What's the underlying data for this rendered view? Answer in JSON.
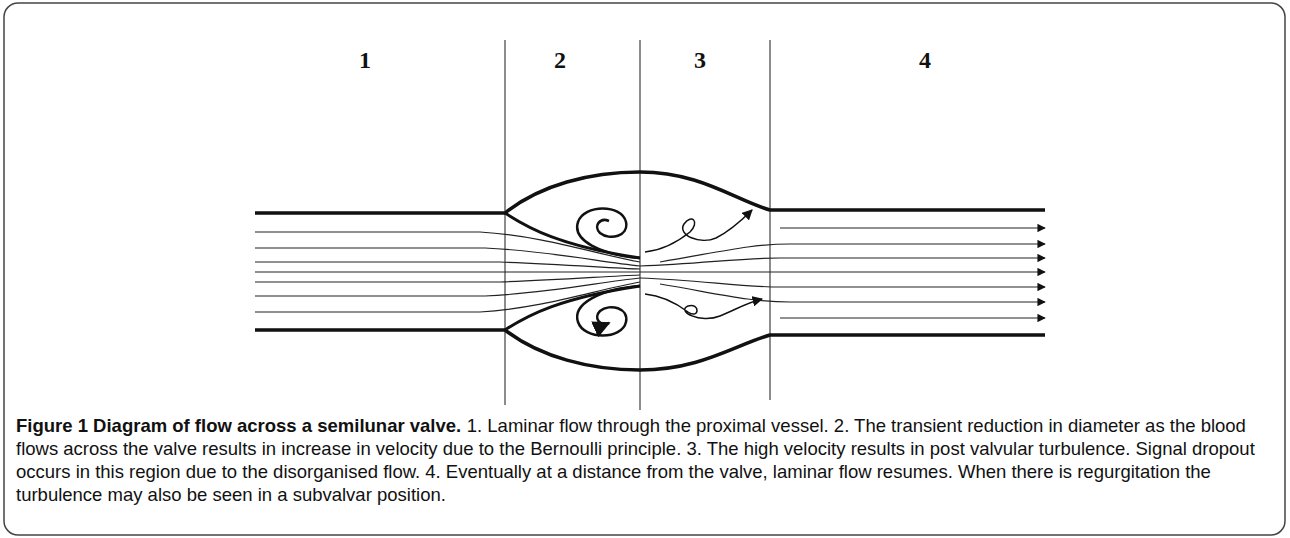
{
  "diagram": {
    "title": "Figure 1 Diagram of flow across a semilunar valve.",
    "caption": "1. Laminar flow through the proximal vessel. 2. The transient reduction in diameter as the blood flows across the valve results in increase in velocity due to the Bernoulli principle. 3. The high velocity results in post valvular turbulence. Signal dropout occurs in this region due to the disorganised flow. 4. Eventually at a distance from the valve, laminar flow resumes. When there is regurgitation the turbulence may also be seen in a subvalvar position.",
    "labels": [
      "1",
      "2",
      "3",
      "4"
    ]
  }
}
